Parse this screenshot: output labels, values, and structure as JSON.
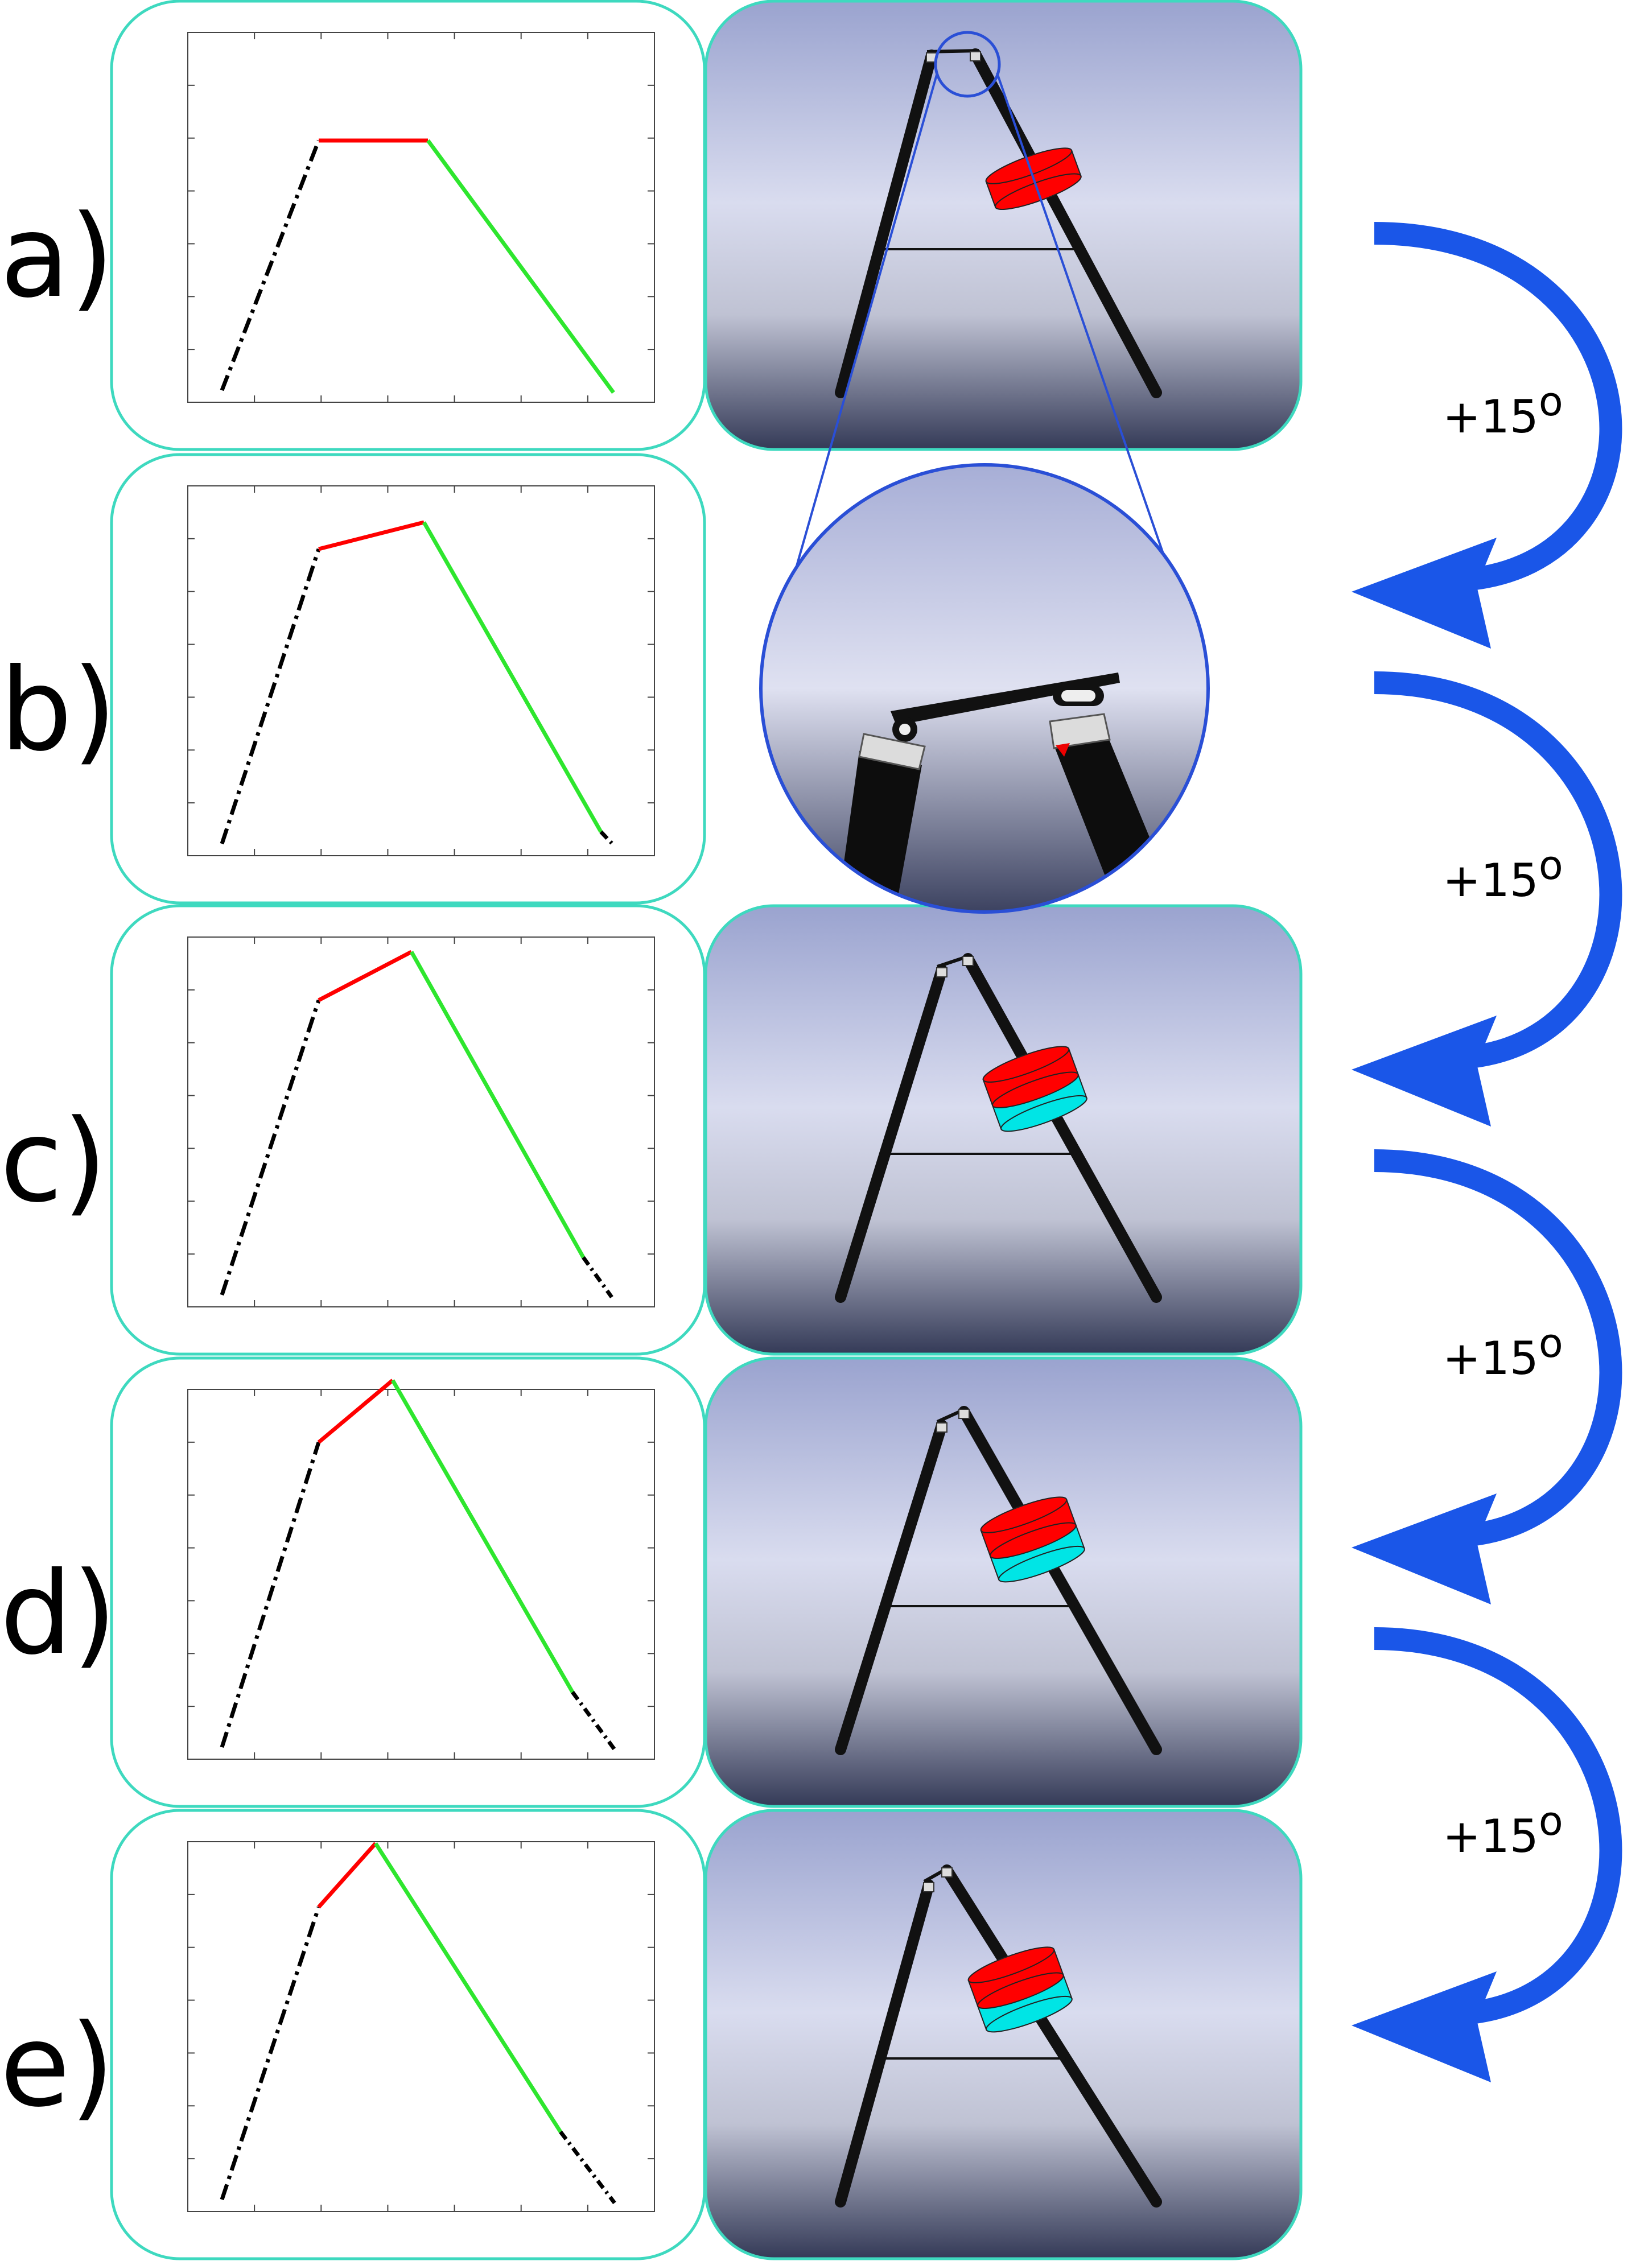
{
  "colors": {
    "panel_border": "#3ed9bf",
    "base_segment": "#000000",
    "top_segment": "#ff0000",
    "leg_segment": "#2ee62e",
    "arrow": "#1a56e8",
    "zoom_circle": "#2a4fd6",
    "magnet_red": "#ff0000",
    "magnet_cyan": "#00e5e5",
    "render_bg_top": "#aab2d8",
    "render_bg_bottom": "#2e3550"
  },
  "rows": [
    {
      "label": "a)",
      "has_render": true,
      "has_magnet": true,
      "magnet_cyan": false
    },
    {
      "label": "b)",
      "has_render": false,
      "has_magnet": false,
      "magnet_cyan": false
    },
    {
      "label": "c)",
      "has_render": true,
      "has_magnet": true,
      "magnet_cyan": true
    },
    {
      "label": "d)",
      "has_render": true,
      "has_magnet": true,
      "magnet_cyan": true
    },
    {
      "label": "e)",
      "has_render": true,
      "has_magnet": true,
      "magnet_cyan": true
    }
  ],
  "arrows": [
    {
      "text": "+15",
      "superscript": "o",
      "icon": "curved-arrow-icon"
    },
    {
      "text": "+15",
      "superscript": "o",
      "icon": "curved-arrow-icon"
    },
    {
      "text": "+15",
      "superscript": "o",
      "icon": "curved-arrow-icon"
    },
    {
      "text": "+15",
      "superscript": "o",
      "icon": "curved-arrow-icon"
    }
  ],
  "zoom": {
    "icon": "zoom-detail-icon"
  }
}
